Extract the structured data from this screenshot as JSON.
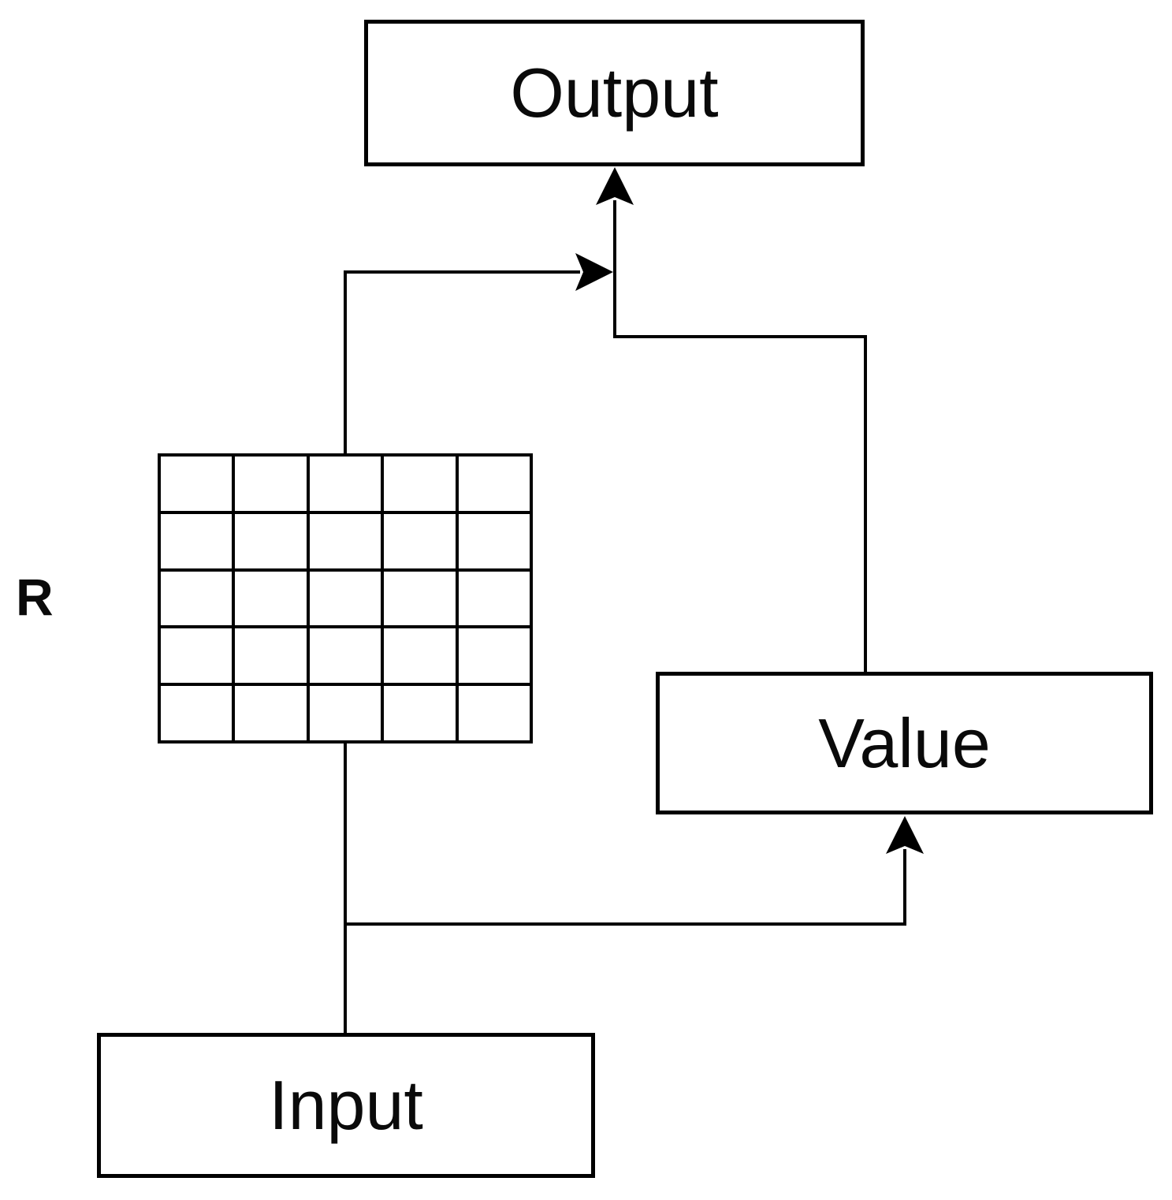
{
  "background_color": "#ffffff",
  "line_color": "#000000",
  "text_color": "#0a0a0a",
  "nodes": {
    "output": {
      "label": "Output"
    },
    "value": {
      "label": "Value"
    },
    "input": {
      "label": "Input"
    }
  },
  "matrix": {
    "label": "R",
    "rows": 5,
    "cols": 5
  },
  "connectors": [
    {
      "from": "matrix",
      "to": "output",
      "arrow": true
    },
    {
      "from": "value",
      "to": "output",
      "arrow": true
    },
    {
      "from": "input",
      "to": "matrix",
      "arrow": false
    },
    {
      "from": "input",
      "to": "value",
      "arrow": true
    }
  ]
}
